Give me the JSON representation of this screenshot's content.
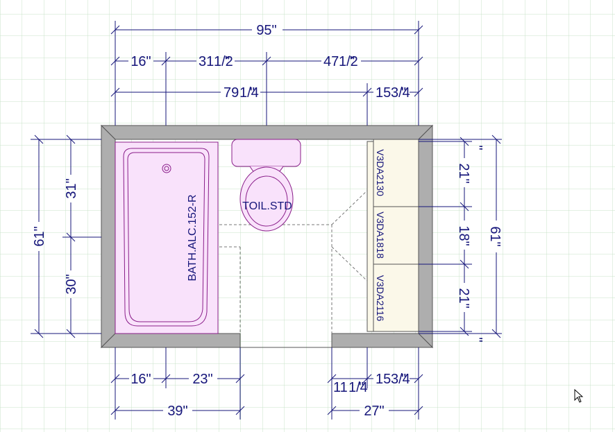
{
  "colors": {
    "background": "#ffffff",
    "grid": "#c8e3c8",
    "wall": "#aeaeae",
    "wall_edge": "#555555",
    "fixture_fill": "#f9e2fb",
    "fixture_stroke": "#8a1e8a",
    "cabinet_fill": "#fbf8e9",
    "dimension": "#15157a"
  },
  "dimensions": {
    "overall_width": "95\"",
    "top_left": "16\"",
    "top_mid_whole": "31",
    "top_mid_frac": "1/2",
    "top_right_whole": "47",
    "top_right_frac": "1/2",
    "wide_left_whole": "79",
    "wide_left_frac": "1/4",
    "wide_right_whole": "15",
    "wide_right_frac": "3/4",
    "left_overall": "61\"",
    "left_upper": "31\"",
    "left_lower": "30\"",
    "right_overall": "61\"",
    "right_top": "21\"",
    "right_mid": "18\"",
    "right_bottom": "21\"",
    "right_small_top": "\"",
    "right_small_bottom": "\"",
    "bottom_left_a": "16\"",
    "bottom_left_b": "23\"",
    "bottom_left_total": "39\"",
    "bottom_right_a_whole": "11",
    "bottom_right_a_frac": "1/4",
    "bottom_right_b_whole": "15",
    "bottom_right_b_frac": "3/4",
    "bottom_right_total": "27\""
  },
  "fixtures": {
    "bathtub_label": "BATH.ALC.152-R",
    "toilet_label": "TOIL.STD"
  },
  "cabinets": {
    "top_label": "V3DA2130",
    "mid_label": "V3DA1818",
    "bottom_label": "V3DA2116"
  },
  "icons": {
    "cursor": "mouse-pointer-icon"
  }
}
